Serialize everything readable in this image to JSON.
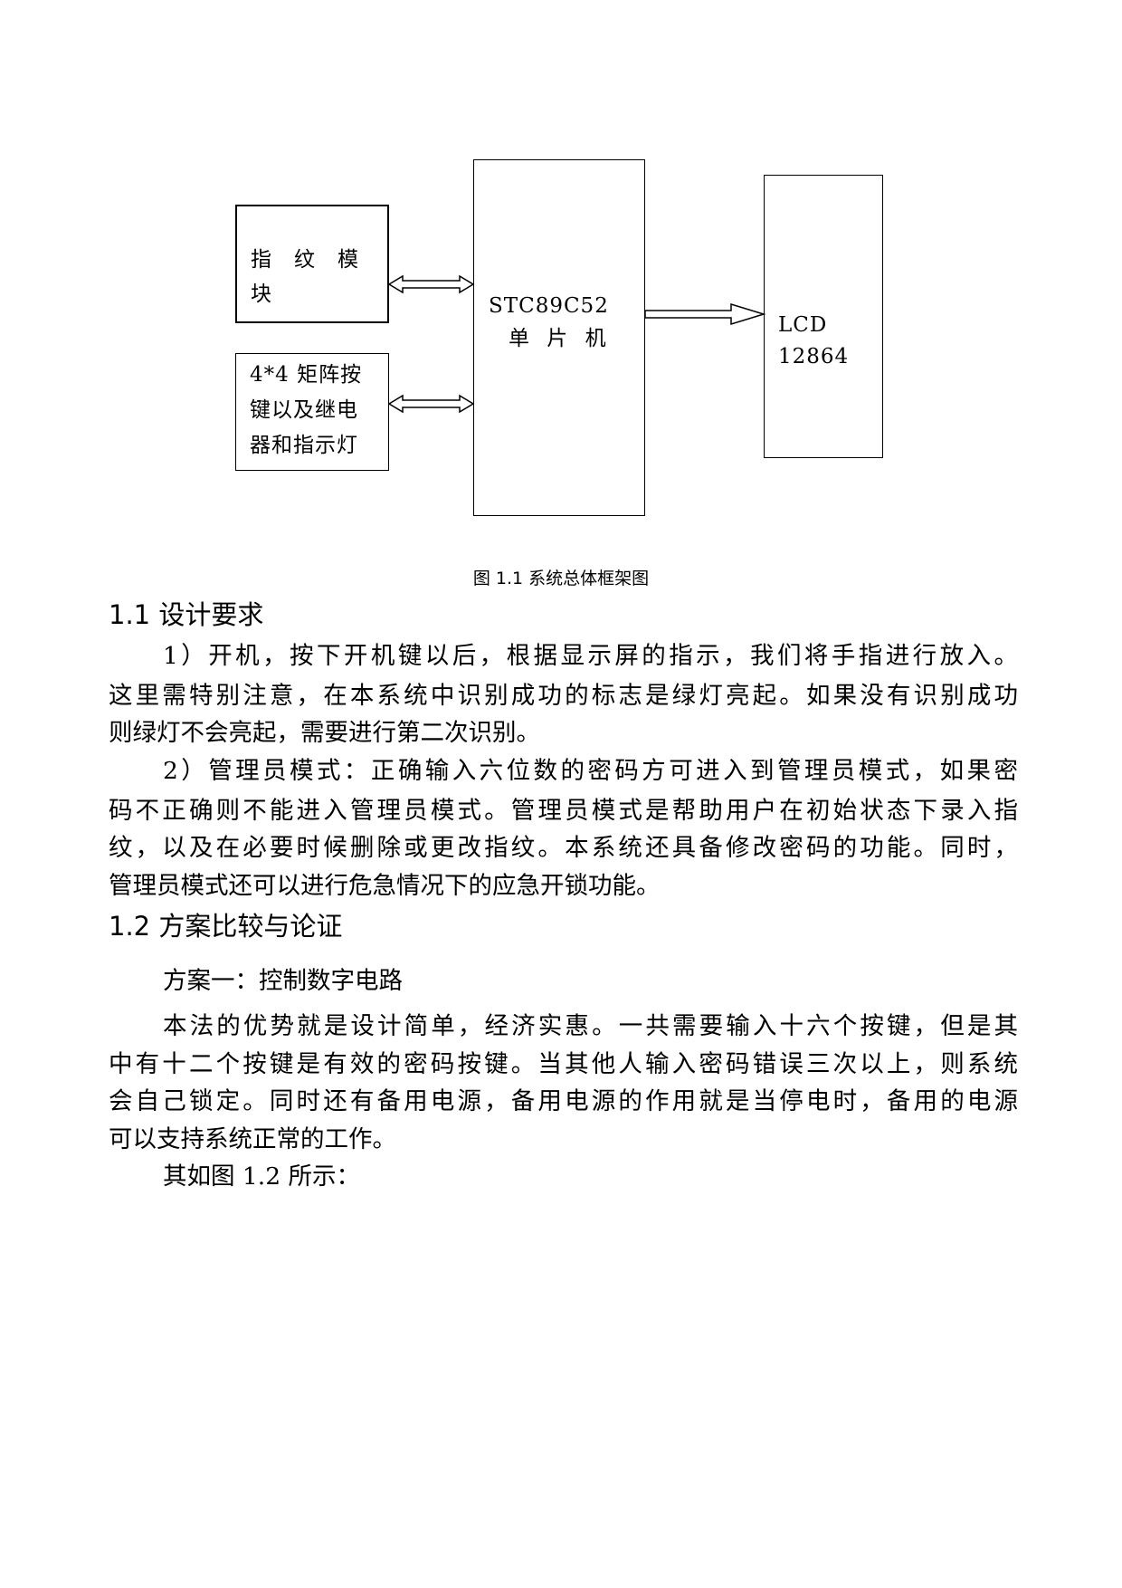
{
  "figure": {
    "blocks": {
      "fingerprint": [
        "指　纹　模",
        "块"
      ],
      "keypad": [
        "4*4 矩阵按",
        "键以及继电",
        "器和指示灯"
      ],
      "mcu": [
        "STC89C52",
        "单 片 机"
      ],
      "lcd": [
        "LCD",
        "12864"
      ]
    },
    "caption": "图 1.1 系统总体框架图"
  },
  "section1": {
    "heading": "1.1 设计要求",
    "lines": [
      "1）开机，按下开机键以后，根据显示屏的指示，我们将手指进行放入。",
      "这里需特别注意，在本系统中识别成功的标志是绿灯亮起。如果没有识别成功",
      "则绿灯不会亮起，需要进行第二次识别。",
      "2）管理员模式：正确输入六位数的密码方可进入到管理员模式，如果密",
      "码不正确则不能进入管理员模式。管理员模式是帮助用户在初始状态下录入指",
      "纹，以及在必要时候删除或更改指纹。本系统还具备修改密码的功能。同时，",
      "管理员模式还可以进行危急情况下的应急开锁功能。"
    ]
  },
  "section2": {
    "heading": "1.2 方案比较与论证",
    "lines": [
      "方案一：控制数字电路",
      "本法的优势就是设计简单，经济实惠。一共需要输入十六个按键，但是其",
      "中有十二个按键是有效的密码按键。当其他人输入密码错误三次以上，则系统",
      "会自己锁定。同时还有备用电源，备用电源的作用就是当停电时，备用的电源",
      "可以支持系统正常的工作。",
      "其如图 1.2 所示："
    ]
  }
}
